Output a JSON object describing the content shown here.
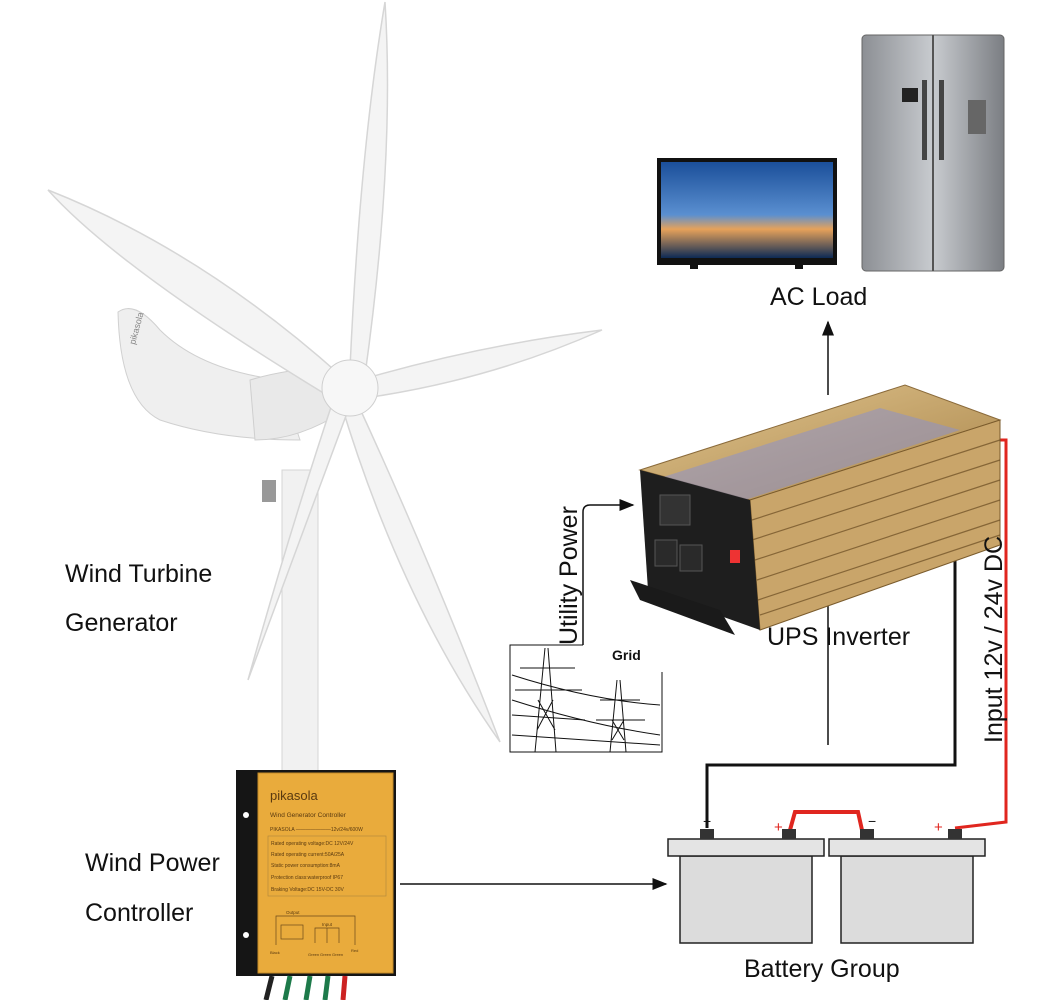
{
  "labels": {
    "wind_turbine_line1": "Wind Turbine",
    "wind_turbine_line2": "Generator",
    "controller_line1": "Wind Power",
    "controller_line2": "Controller",
    "ac_load": "AC Load",
    "ups_inverter": "UPS Inverter",
    "utility_power": "Utility Power",
    "grid": "Grid",
    "input_dc": "Input 12v / 24v DC",
    "battery_group": "Battery Group"
  },
  "controller": {
    "brand": "pikasola",
    "title": "Wind Generator Controller",
    "model": "PIKASOLA ———————12v/24v/600W",
    "specs": [
      "Rated operating voltage:DC 12V/24V",
      "Rated operating current:50A/25A",
      "Static power consumption:8mA",
      "Protection class:waterproof IP67",
      "Braking Voltage:DC 15V-DC 30V"
    ],
    "output_label": "Output",
    "input_label": "Input",
    "terminals": [
      "Black",
      "Green",
      "Green",
      "Green",
      "Red"
    ]
  },
  "turbine": {
    "tail_brand": "pikasola"
  },
  "battery": {
    "neg": "−",
    "pos": "+"
  },
  "colors": {
    "controller": "#e9ab3c",
    "wire_red": "#e0261f",
    "wire_black": "#111111",
    "inverter": "#c9a56a"
  }
}
